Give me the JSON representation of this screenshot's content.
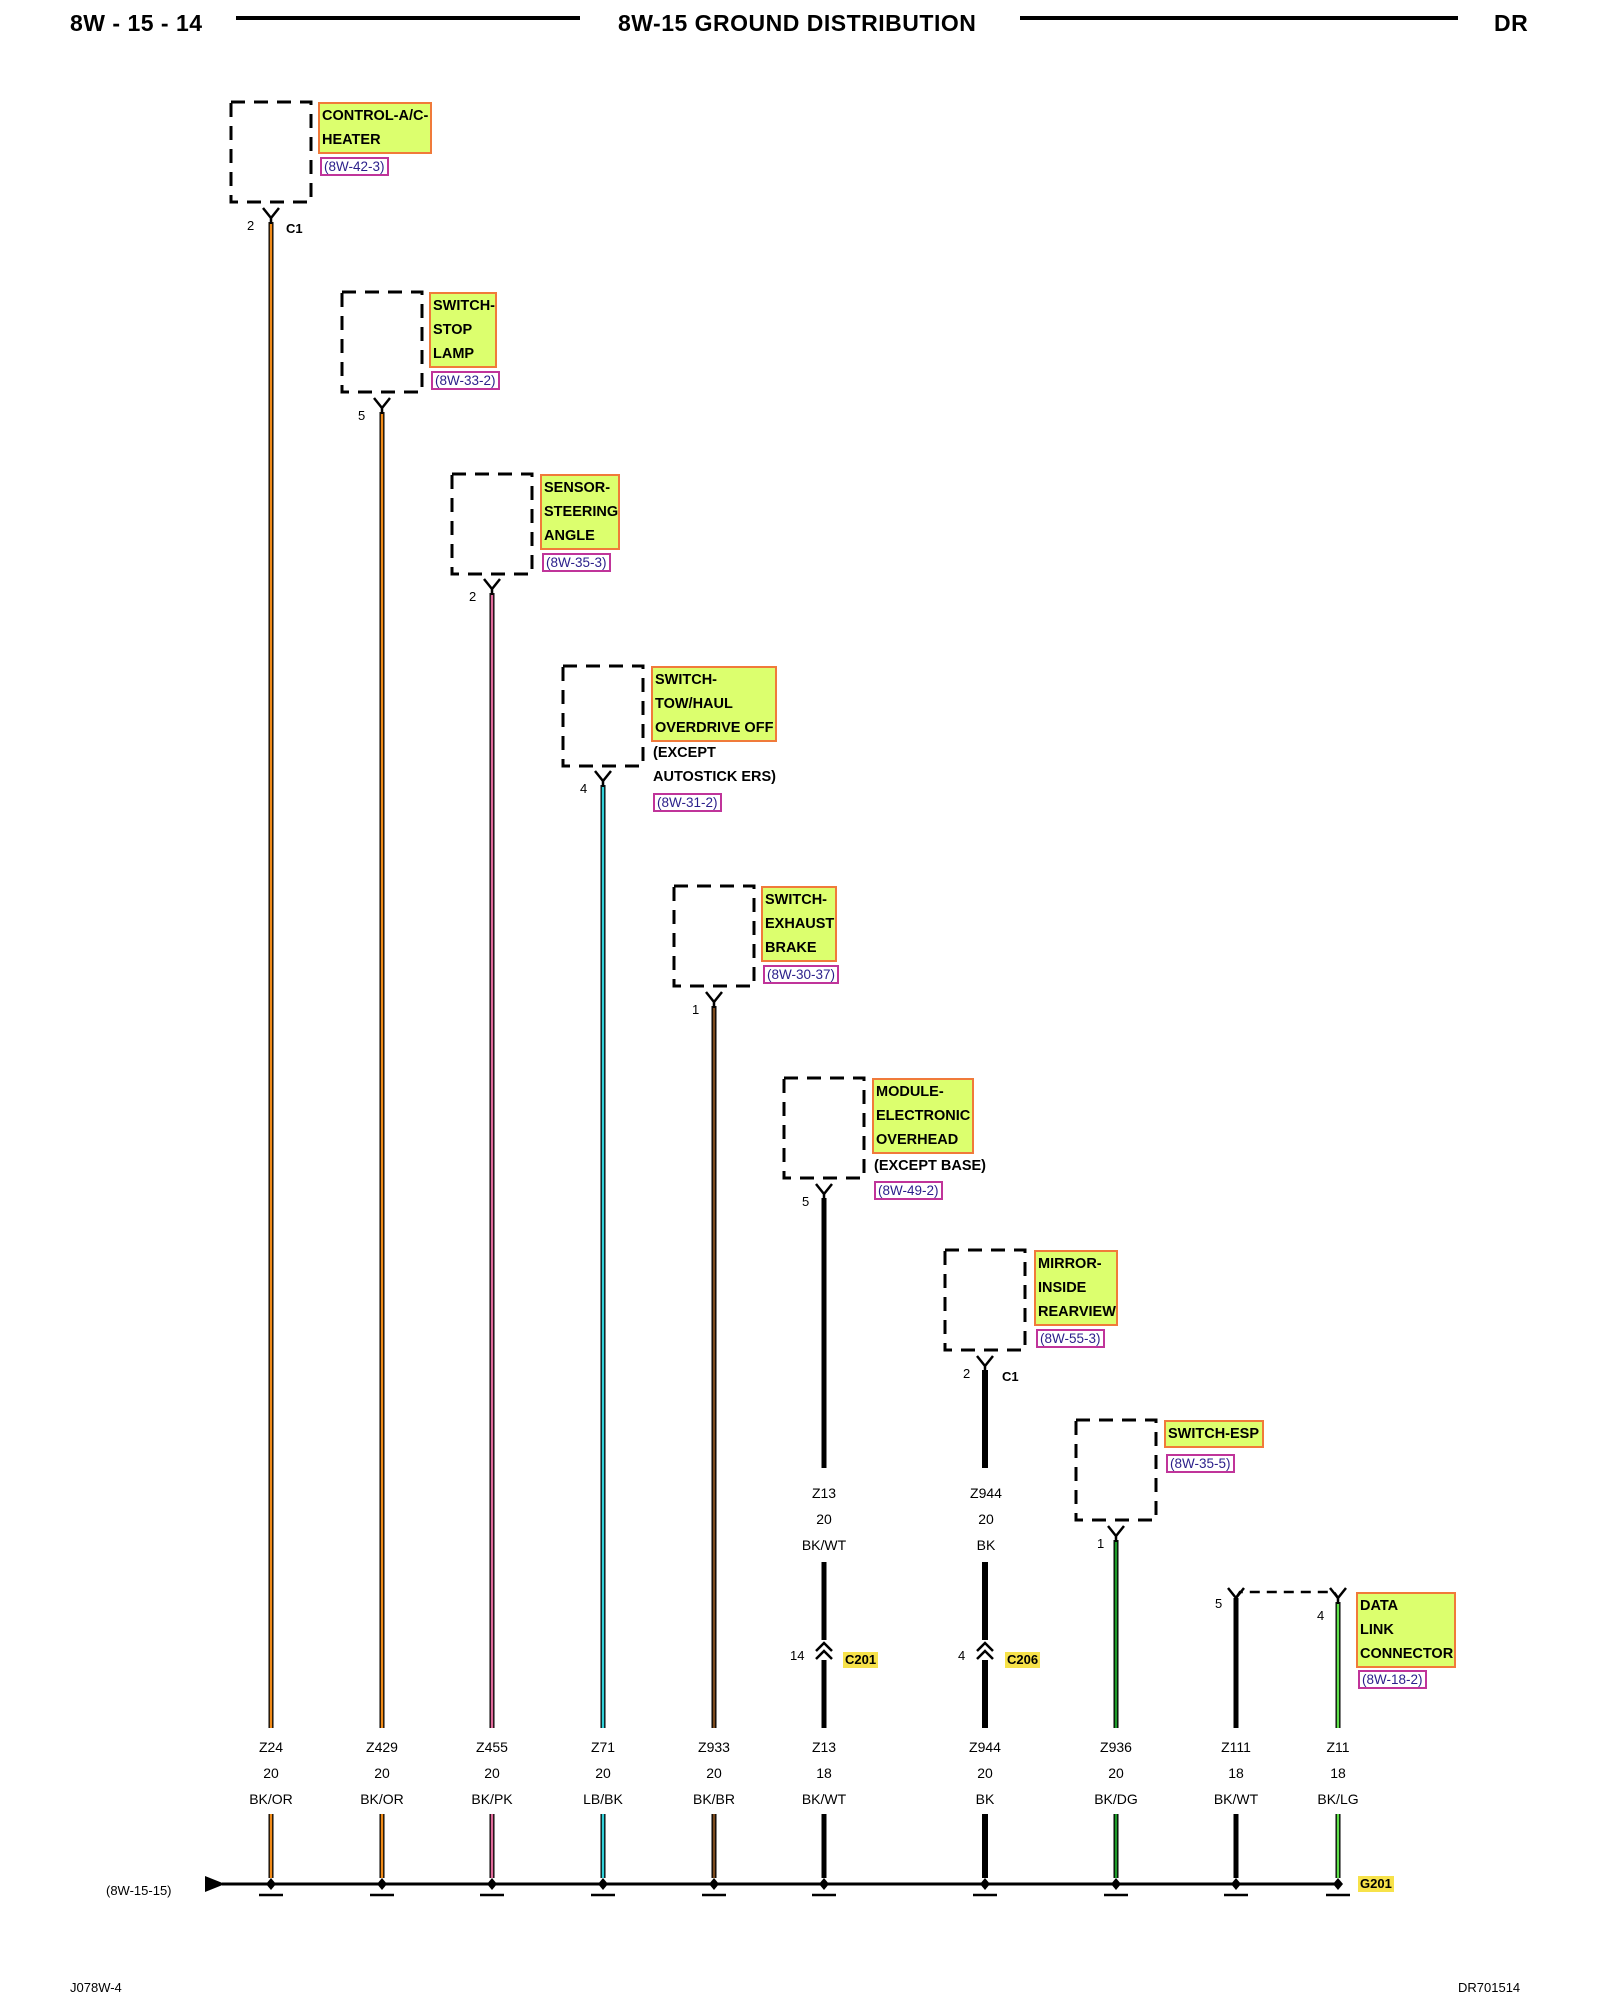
{
  "header": {
    "page_number": "8W - 15 - 14",
    "title": "8W-15 GROUND DISTRIBUTION",
    "model": "DR"
  },
  "footer": {
    "left_code": "J078W-4",
    "right_code": "DR701514"
  },
  "bus": {
    "ref": "(8W-15-15)",
    "ground_name": "G201"
  },
  "components": [
    {
      "name": "CONTROL-A/C-\nHEATER",
      "note": "",
      "ref": "(8W-42-3)",
      "pin": "2",
      "conn": "C1"
    },
    {
      "name": "SWITCH-\nSTOP\nLAMP",
      "note": "",
      "ref": "(8W-33-2)",
      "pin": "5",
      "conn": ""
    },
    {
      "name": "SENSOR-\nSTEERING\nANGLE",
      "note": "",
      "ref": "(8W-35-3)",
      "pin": "2",
      "conn": ""
    },
    {
      "name": "SWITCH-\nTOW/HAUL\nOVERDRIVE OFF",
      "note": "(EXCEPT\nAUTOSTICK ERS)",
      "ref": "(8W-31-2)",
      "pin": "4",
      "conn": ""
    },
    {
      "name": "SWITCH-\nEXHAUST\nBRAKE",
      "note": "",
      "ref": "(8W-30-37)",
      "pin": "1",
      "conn": ""
    },
    {
      "name": "MODULE-\nELECTRONIC\nOVERHEAD",
      "note": "(EXCEPT BASE)",
      "ref": "(8W-49-2)",
      "pin": "5",
      "conn": ""
    },
    {
      "name": "MIRROR-\nINSIDE\nREARVIEW",
      "note": "",
      "ref": "(8W-55-3)",
      "pin": "2",
      "conn": "C1"
    },
    {
      "name": "SWITCH-ESP",
      "note": "",
      "ref": "(8W-35-5)",
      "pin": "1",
      "conn": ""
    },
    {
      "name": "DATA\nLINK\nCONNECTOR",
      "note": "",
      "ref": "(8W-18-2)",
      "pin": "4",
      "conn": ""
    }
  ],
  "upper_wires": [
    {
      "circuit": "Z13",
      "gauge": "20",
      "color": "BK/WT"
    },
    {
      "circuit": "Z944",
      "gauge": "20",
      "color": "BK"
    }
  ],
  "inline_connectors": [
    {
      "pin": "14",
      "name": "C201"
    },
    {
      "pin": "4",
      "name": "C206"
    }
  ],
  "dlc_pin5": "5",
  "wires": [
    {
      "circuit": "Z24",
      "gauge": "20",
      "color": "BK/OR",
      "hex": "#f08a18"
    },
    {
      "circuit": "Z429",
      "gauge": "20",
      "color": "BK/OR",
      "hex": "#f08a18"
    },
    {
      "circuit": "Z455",
      "gauge": "20",
      "color": "BK/PK",
      "hex": "#e06a9a"
    },
    {
      "circuit": "Z71",
      "gauge": "20",
      "color": "LB/BK",
      "hex": "#30d0d8"
    },
    {
      "circuit": "Z933",
      "gauge": "20",
      "color": "BK/BR",
      "hex": "#7a4a1e"
    },
    {
      "circuit": "Z13",
      "gauge": "18",
      "color": "BK/WT",
      "hex": "#ffffff"
    },
    {
      "circuit": "Z944",
      "gauge": "20",
      "color": "BK",
      "hex": "#000000"
    },
    {
      "circuit": "Z936",
      "gauge": "20",
      "color": "BK/DG",
      "hex": "#1e9a2a"
    },
    {
      "circuit": "Z111",
      "gauge": "18",
      "color": "BK/WT",
      "hex": "#ffffff"
    },
    {
      "circuit": "Z11",
      "gauge": "18",
      "color": "BK/LG",
      "hex": "#5fe04a"
    }
  ]
}
